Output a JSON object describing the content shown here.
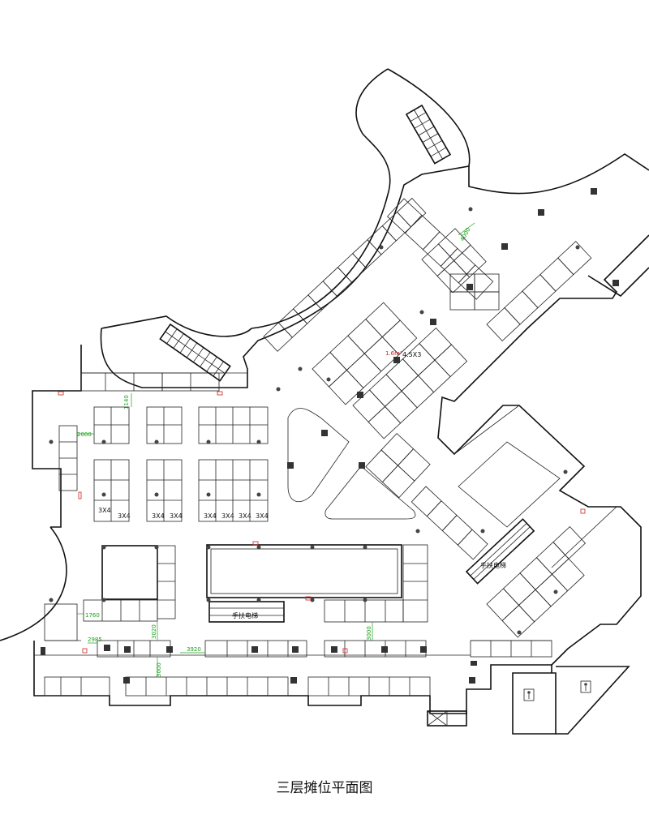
{
  "title": "三层摊位平面图",
  "booth_labels": {
    "a": "3X4",
    "b": "3X4",
    "c": "3X4",
    "d": "3X4",
    "e": "3X4",
    "f": "3X4",
    "g": "3X4",
    "h": "3X4",
    "diag": "4.5X3"
  },
  "area_note": "1.6m²",
  "escalator_labels": [
    "手扶电梯",
    "手扶电梯"
  ],
  "dimensions": {
    "d1": "2000",
    "d2": "1140",
    "d3": "1760",
    "d4": "2985",
    "d5": "3020",
    "d6": "3920",
    "d7": "3000",
    "d8": "3000",
    "d9": "4000"
  },
  "icons": [
    "restroom-icon",
    "restroom-icon"
  ]
}
